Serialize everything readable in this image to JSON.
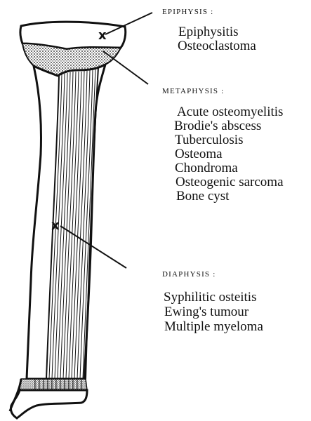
{
  "diagram": {
    "epiphysis": {
      "heading": "Epiphysis :",
      "items": [
        "Epiphysitis",
        "Osteoclastoma"
      ]
    },
    "metaphysis": {
      "heading": "Metaphysis :",
      "items": [
        "Acute osteomyelitis",
        "Brodie's abscess",
        "Tuberculosis",
        "Osteoma",
        "Chondroma",
        "Osteogenic sarcoma",
        "Bone cyst"
      ]
    },
    "diaphysis": {
      "heading": "Diaphysis :",
      "items": [
        "Syphilitic osteitis",
        "Ewing's tumour",
        "Multiple myeloma"
      ]
    },
    "marker_glyph": "x"
  }
}
